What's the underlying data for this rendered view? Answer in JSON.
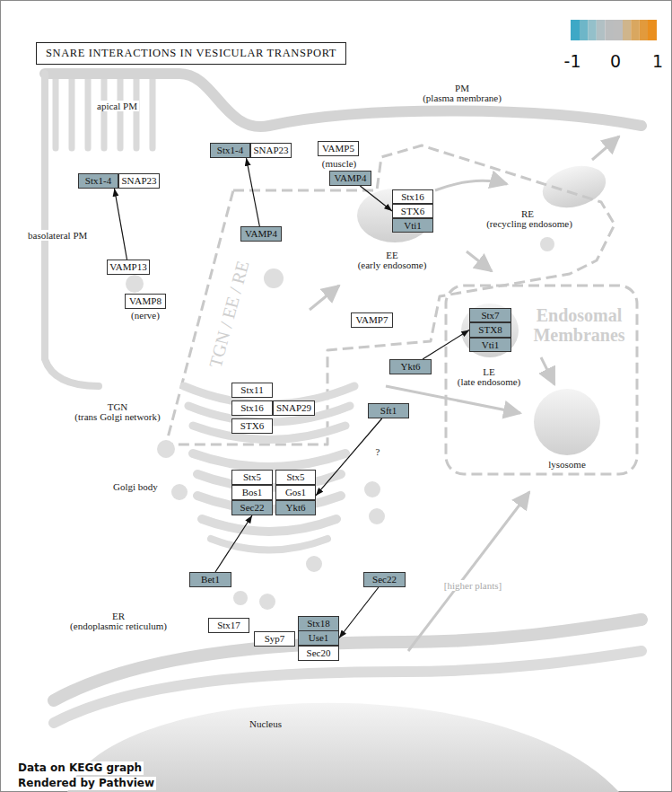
{
  "diagram": {
    "title": "SNARE INTERACTIONS IN VESICULAR TRANSPORT",
    "nodes": [
      {
        "text": [
          "Stx1-4"
        ]
      },
      {
        "text": [
          "SNAP23"
        ]
      },
      {
        "text": [
          "VAMP13"
        ]
      },
      {
        "text": [
          "VAMP8"
        ]
      },
      {
        "text": [
          "Stx1-4"
        ]
      },
      {
        "text": [
          "SNAP23"
        ]
      },
      {
        "text": [
          "VAMP5"
        ]
      },
      {
        "text": [
          "VAMP4"
        ]
      },
      {
        "text": [
          "VAMP4"
        ]
      },
      {
        "text": [
          "Stx16"
        ]
      },
      {
        "text": [
          "STX6"
        ]
      },
      {
        "text": [
          "Vti1"
        ]
      },
      {
        "text": [
          "VAMP7"
        ]
      },
      {
        "text": [
          "Stx7"
        ]
      },
      {
        "text": [
          "STX8"
        ]
      },
      {
        "text": [
          "Vti1"
        ]
      },
      {
        "text": [
          "Ykt6"
        ]
      },
      {
        "text": [
          "Stx11"
        ]
      },
      {
        "text": [
          "Stx16"
        ]
      },
      {
        "text": [
          "SNAP29"
        ]
      },
      {
        "text": [
          "STX6"
        ]
      },
      {
        "text": [
          "Sft1"
        ]
      },
      {
        "text": [
          "Stx5"
        ]
      },
      {
        "text": [
          "Stx5"
        ]
      },
      {
        "text": [
          "Bos1"
        ]
      },
      {
        "text": [
          "Gos1"
        ]
      },
      {
        "text": [
          "Sec22"
        ]
      },
      {
        "text": [
          "Ykt6"
        ]
      },
      {
        "text": [
          "Bet1"
        ]
      },
      {
        "text": [
          "Sec22"
        ]
      },
      {
        "text": [
          "Stx17"
        ]
      },
      {
        "text": [
          "Stx18"
        ]
      },
      {
        "text": [
          "Syp7"
        ]
      },
      {
        "text": [
          "Use1"
        ]
      },
      {
        "text": [
          "Sec20"
        ]
      }
    ],
    "edges": [
      {
        "from": 2,
        "to": 0,
        "arrow": "to"
      },
      {
        "from": 8,
        "to": 4,
        "arrow": "to"
      },
      {
        "from": 7,
        "to": 10,
        "arrow": "to"
      },
      {
        "from": 16,
        "to": 14,
        "arrow": "to"
      },
      {
        "from": 21,
        "to": 25,
        "arrow": "to"
      },
      {
        "from": 28,
        "to": 26,
        "arrow": "to"
      },
      {
        "from": 29,
        "to": 33,
        "arrow": "to"
      }
    ],
    "labels": [
      "apical PM",
      "PM",
      "(plasma membrane)",
      "basolateral PM",
      "(muscle)",
      "RE",
      "(recycling endosome)",
      "EE",
      "(early endosome)",
      "TGN / EE / RE",
      "(nerve)",
      "Endosomal Membranes",
      "LE",
      "(late endosome)",
      "TGN",
      "(trans Golgi network)",
      "?",
      "lysosome",
      "Golgi body",
      "[higher plants]",
      "ER",
      "(endoplasmic reticulum)",
      "Nucleus",
      "Data on KEGG graph",
      "Rendered by Pathview"
    ],
    "legend": [
      {
        "text": "-1",
        "color": "#3ea8c6"
      },
      {
        "text": "0",
        "color": "#bdbdbd"
      },
      {
        "text": "1",
        "color": "#ea8f1e"
      }
    ]
  }
}
